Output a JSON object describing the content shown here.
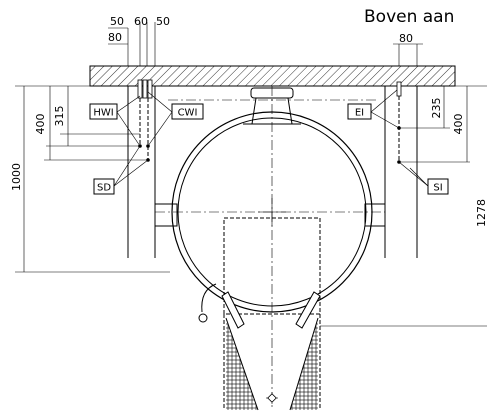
{
  "header": {
    "title": "Boven aan"
  },
  "dimensions": {
    "top_50_left": "50",
    "top_60": "60",
    "top_50_right": "50",
    "left_80": "80",
    "right_80": "80",
    "d315": "315",
    "d400_left": "400",
    "d1000": "1000",
    "d235": "235",
    "d400_right": "400",
    "d1278": "1278"
  },
  "labels": {
    "hwi": "HWI",
    "cwi": "CWI",
    "sd": "SD",
    "ei": "EI",
    "si": "SI"
  }
}
